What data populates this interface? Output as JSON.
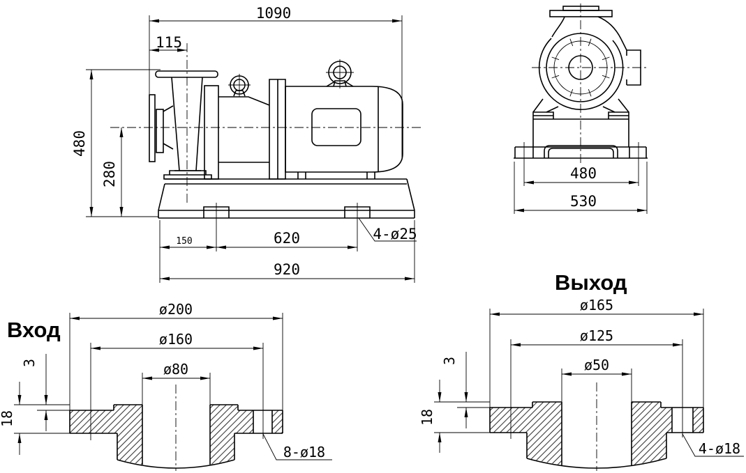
{
  "drawing": {
    "language": "ru",
    "side_view": {
      "dims": {
        "total_length": "1090",
        "suction_face_to_discharge_axis": "115",
        "overall_height": "480",
        "axis_height": "280",
        "anchor_offset": "150",
        "anchor_spacing": "620",
        "base_length": "920",
        "anchor_holes": "4-ø25"
      }
    },
    "front_view": {
      "dims": {
        "anchor_spacing_width": "480",
        "base_width": "530"
      }
    },
    "inlet_flange": {
      "title": "Вход",
      "dims": {
        "outer_diameter": "ø200",
        "bolt_circle_diameter": "ø160",
        "bore_diameter": "ø80",
        "raised_face_height": "3",
        "flange_thickness": "18",
        "bolt_holes": "8-ø18"
      }
    },
    "outlet_flange": {
      "title": "Выход",
      "dims": {
        "outer_diameter": "ø165",
        "bolt_circle_diameter": "ø125",
        "bore_diameter": "ø50",
        "raised_face_height": "3",
        "flange_thickness": "18",
        "bolt_holes": "4-ø18"
      }
    }
  }
}
